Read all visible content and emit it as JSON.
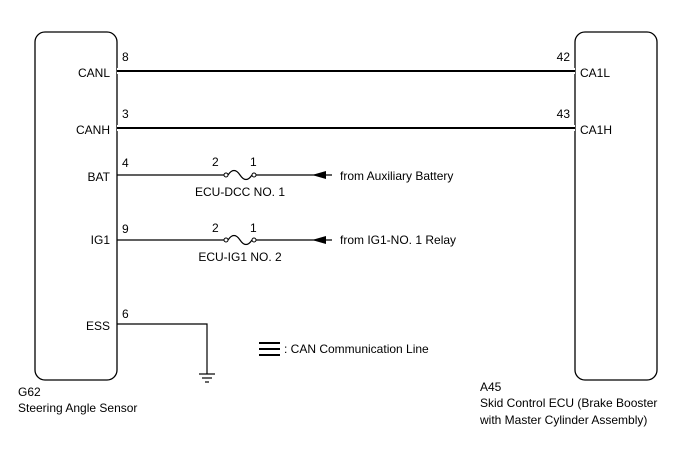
{
  "left_component": {
    "code": "G62",
    "name": "Steering Angle Sensor",
    "pins": [
      {
        "label": "CANL",
        "number": "8"
      },
      {
        "label": "CANH",
        "number": "3"
      },
      {
        "label": "BAT",
        "number": "4"
      },
      {
        "label": "IG1",
        "number": "9"
      },
      {
        "label": "ESS",
        "number": "6"
      }
    ]
  },
  "right_component": {
    "code": "A45",
    "name_line1": "Skid Control ECU (Brake Booster",
    "name_line2": "with Master Cylinder Assembly)",
    "pins": [
      {
        "label": "CA1L",
        "number": "42"
      },
      {
        "label": "CA1H",
        "number": "43"
      }
    ]
  },
  "fuses": [
    {
      "name": "ECU-DCC NO. 1",
      "pin_left": "2",
      "pin_right": "1",
      "source": "from Auxiliary Battery"
    },
    {
      "name": "ECU-IG1 NO. 2",
      "pin_left": "2",
      "pin_right": "1",
      "source": "from IG1-NO. 1 Relay"
    }
  ],
  "legend": {
    "text": ": CAN Communication Line"
  }
}
